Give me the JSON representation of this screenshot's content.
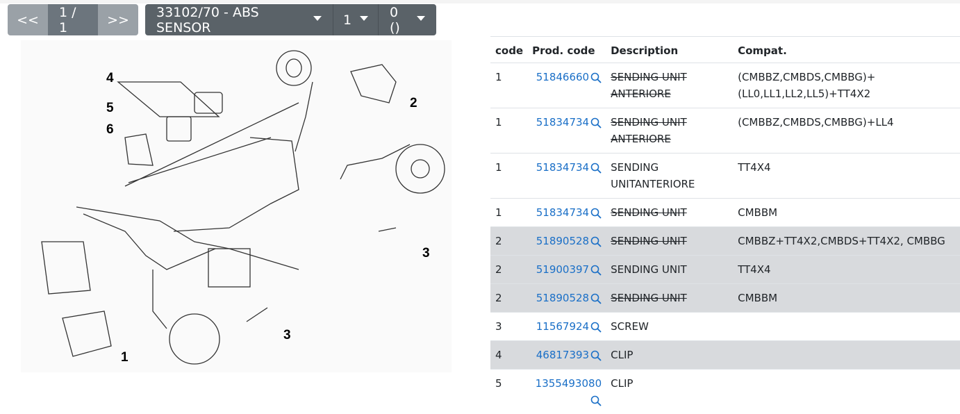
{
  "pager": {
    "prev": "<<",
    "page": "1 / 1",
    "next": ">>"
  },
  "group_select": "33102/70 - ABS SENSOR",
  "variant_select": "1",
  "filter_select": "0 ()",
  "diagram": {
    "callouts": [
      "4",
      "5",
      "6",
      "2",
      "3",
      "3",
      "1"
    ]
  },
  "table": {
    "headers": [
      "code",
      "Prod. code",
      "Description",
      "Compat."
    ],
    "rows": [
      {
        "code": "1",
        "prod": "51846660",
        "desc": "SENDING UNIT ANTERIORE",
        "compat": "(CMBBZ,CMBDS,CMBBG)+(LL0,LL1,LL2,LL5)+TT4X2",
        "obsolete": true,
        "highlight": false
      },
      {
        "code": "1",
        "prod": "51834734",
        "desc": "SENDING UNIT ANTERIORE",
        "compat": "(CMBBZ,CMBDS,CMBBG)+LL4",
        "obsolete": true,
        "highlight": false
      },
      {
        "code": "1",
        "prod": "51834734",
        "desc": "SENDING UNITANTERIORE",
        "compat": "TT4X4",
        "obsolete": false,
        "highlight": false
      },
      {
        "code": "1",
        "prod": "51834734",
        "desc": "SENDING UNIT",
        "compat": "CMBBM",
        "obsolete": true,
        "highlight": false
      },
      {
        "code": "2",
        "prod": "51890528",
        "desc": "SENDING UNIT",
        "compat": "CMBBZ+TT4X2,CMBDS+TT4X2, CMBBG",
        "obsolete": true,
        "highlight": true
      },
      {
        "code": "2",
        "prod": "51900397",
        "desc": "SENDING UNIT",
        "compat": "TT4X4",
        "obsolete": false,
        "highlight": true
      },
      {
        "code": "2",
        "prod": "51890528",
        "desc": "SENDING UNIT",
        "compat": "CMBBM",
        "obsolete": true,
        "highlight": true
      },
      {
        "code": "3",
        "prod": "11567924",
        "desc": "SCREW",
        "compat": "",
        "obsolete": false,
        "highlight": false
      },
      {
        "code": "4",
        "prod": "46817393",
        "desc": "CLIP",
        "compat": "",
        "obsolete": false,
        "highlight": true
      },
      {
        "code": "5",
        "prod": "1355493080",
        "desc": "CLIP",
        "compat": "",
        "obsolete": false,
        "highlight": false
      }
    ]
  },
  "colors": {
    "link": "#1a6fc7",
    "highlight_row": "#d8dadd",
    "button_dark": "#5a6268",
    "button_light": "#9aa1a7"
  }
}
